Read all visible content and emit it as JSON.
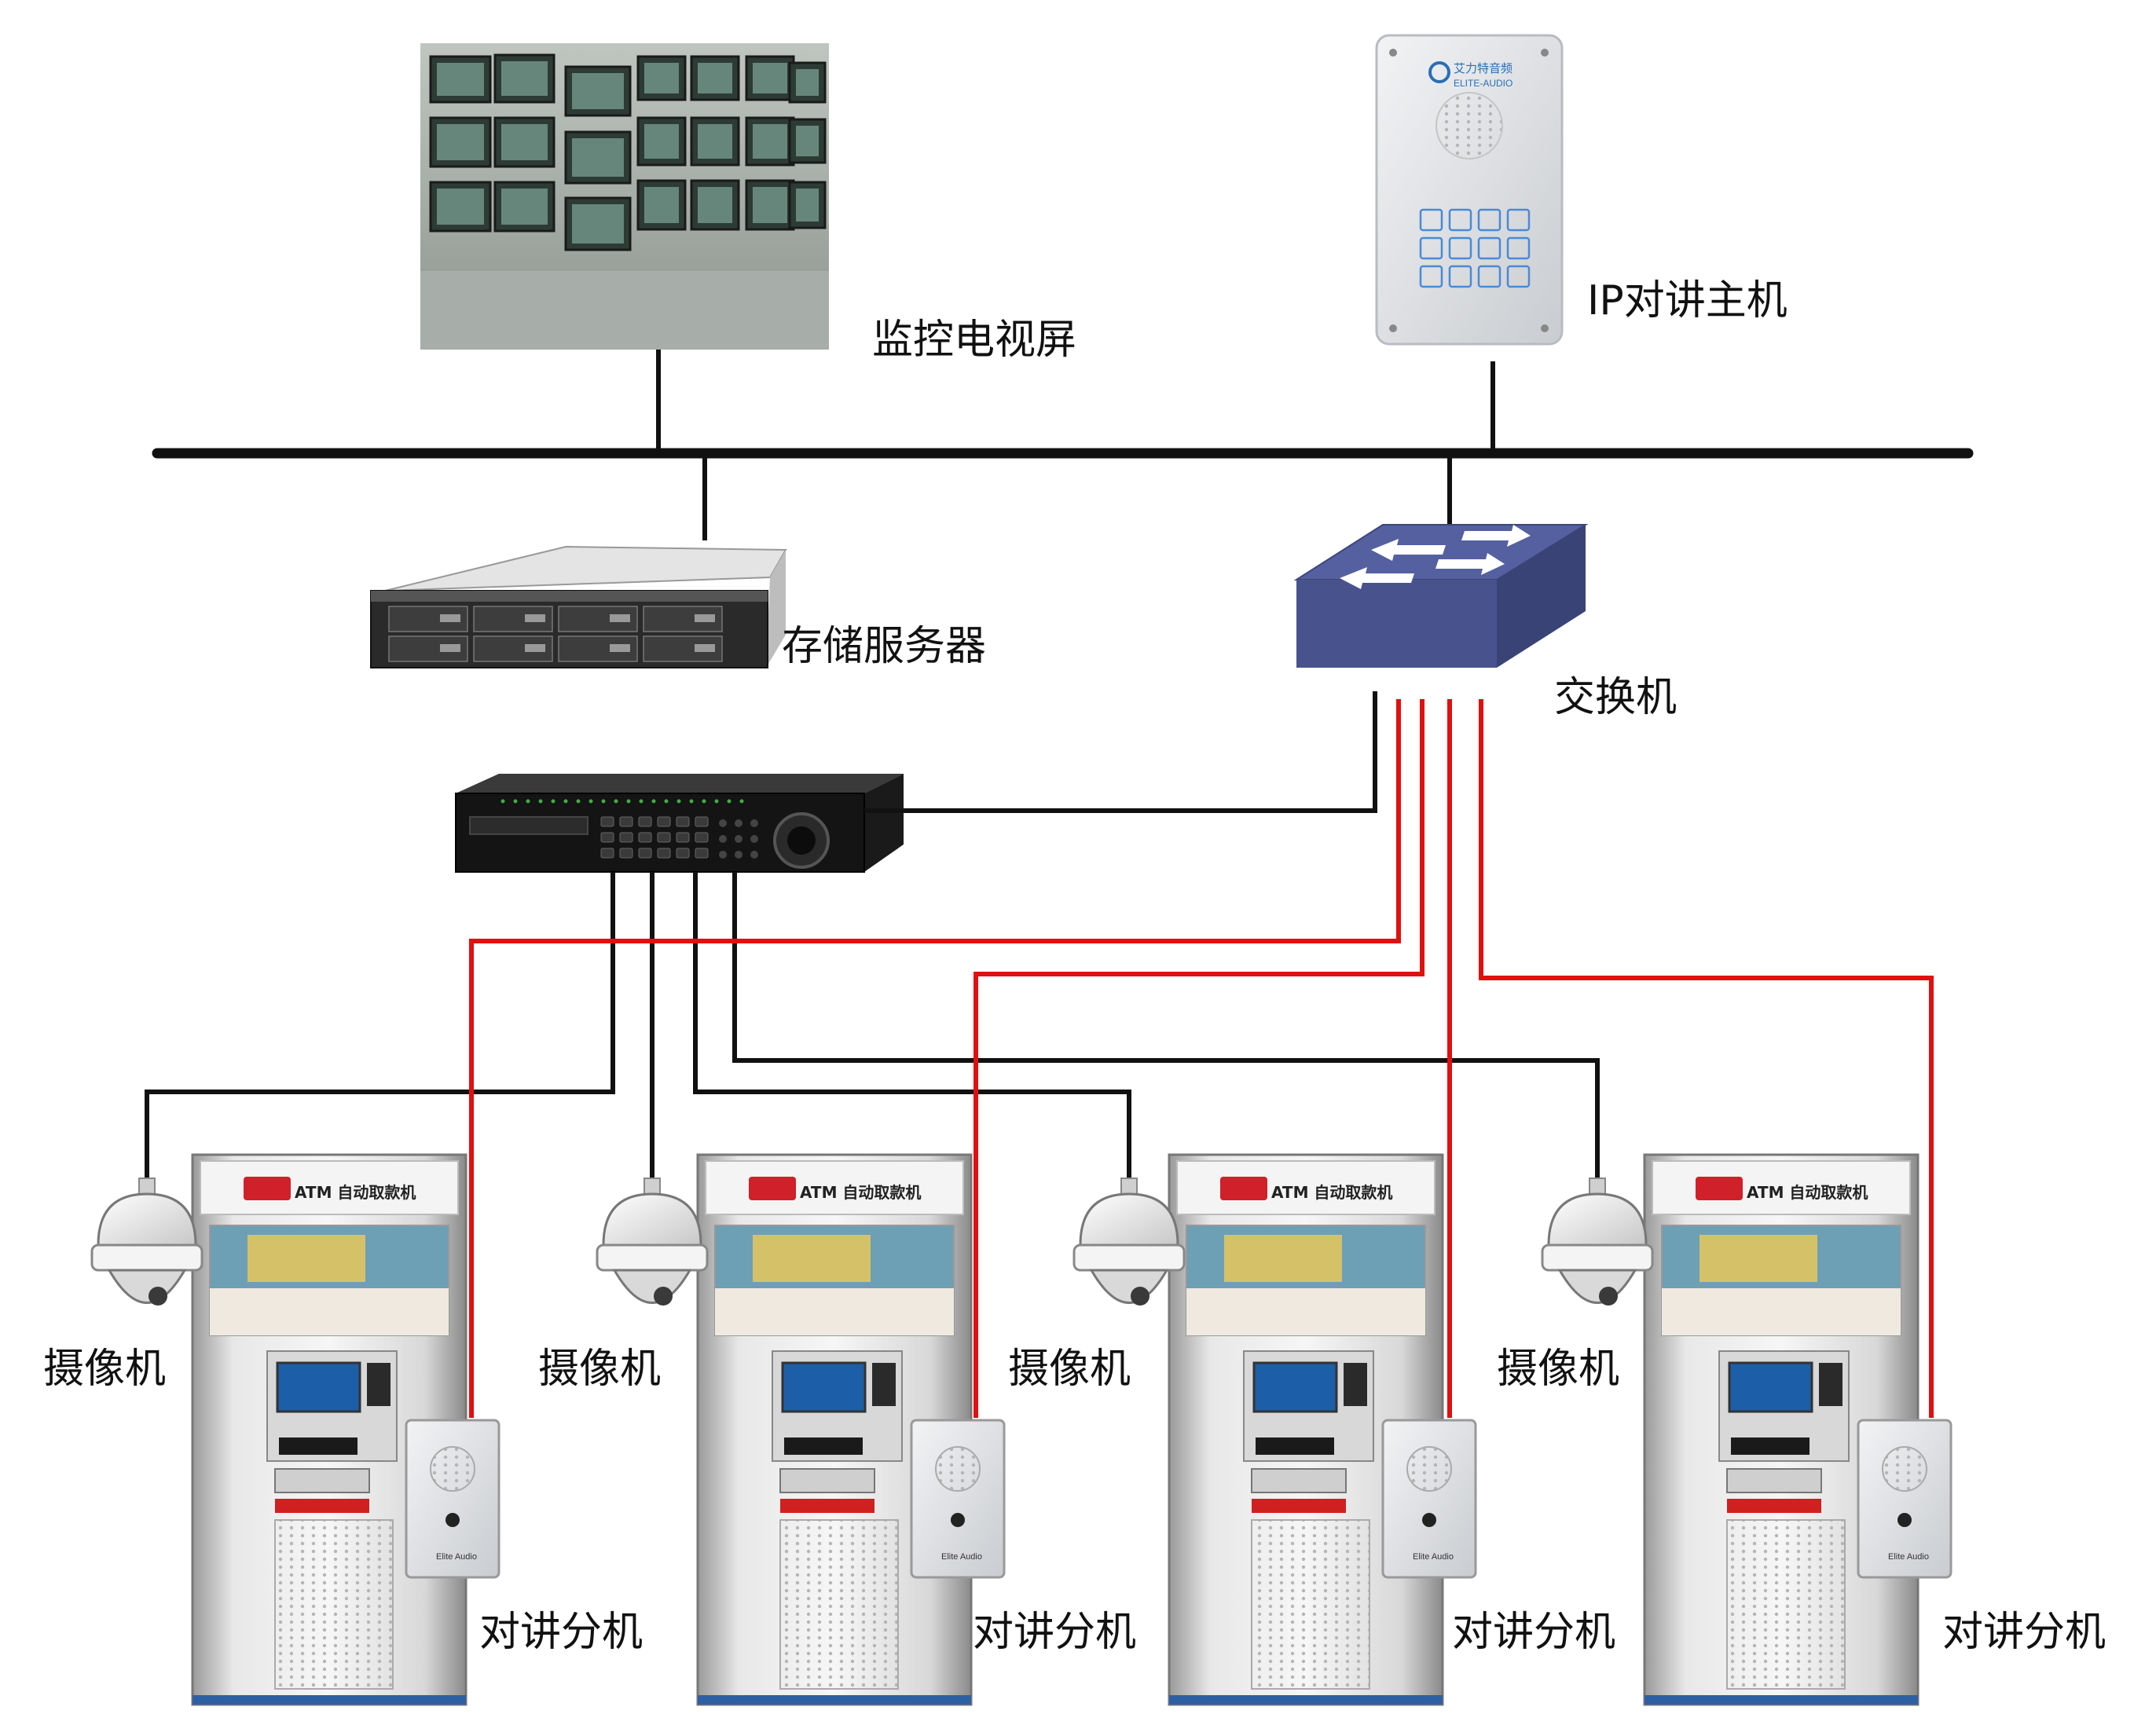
{
  "labels": {
    "monitor_wall": "监控电视屏",
    "ip_host": "IP对讲主机",
    "storage_server": "存储服务器",
    "switch": "交换机",
    "camera": "摄像机",
    "intercom_sub": "对讲分机"
  },
  "atm_header": "ATM 自动取款机",
  "atm_units": [
    {
      "camera_label": "摄像机",
      "sub_label": "对讲分机"
    },
    {
      "camera_label": "摄像机",
      "sub_label": "对讲分机"
    },
    {
      "camera_label": "摄像机",
      "sub_label": "对讲分机"
    },
    {
      "camera_label": "摄像机",
      "sub_label": "对讲分机"
    }
  ],
  "host_brand": {
    "cn": "艾力特音频",
    "en": "ELITE-AUDIO"
  },
  "sub_brand": "Elite Audio",
  "colors": {
    "data_line": "#000000",
    "intercom_line": "#e01010",
    "switch_blue": "#5560a0"
  }
}
